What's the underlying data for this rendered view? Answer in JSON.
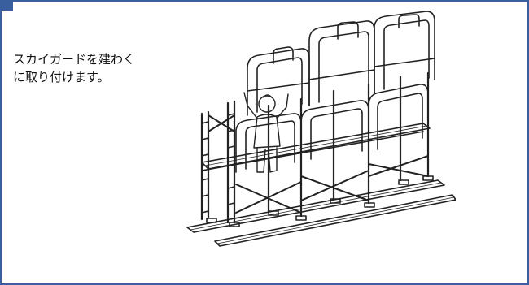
{
  "panel": {
    "border_color": "#3a5f9e"
  },
  "caption": {
    "line1": "スカイガードを建わく",
    "line2": "に取り付けます。"
  },
  "illustration": {
    "subject": "scaffold-with-sky-guard-railings-and-worker"
  }
}
